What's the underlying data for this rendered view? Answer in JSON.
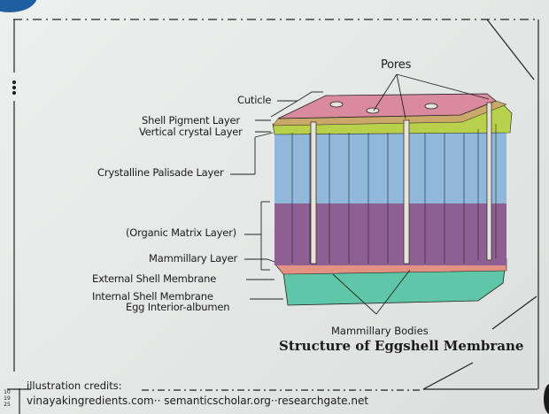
{
  "diagram": {
    "title": "Structure of Eggshell Membrane",
    "labels": {
      "pores": "Pores",
      "cuticle": "Cuticle",
      "shell_pigment_layer": "Shell Pigment Layer",
      "vertical_crystal_layer": "Vertical crystal Layer",
      "crystalline_palisade_layer": "Crystalline Palisade Layer",
      "organic_matrix_layer": "(Organic Matrix Layer)",
      "mammillary_layer": "Mammillary Layer",
      "external_shell_membrane": "External Shell Membrane",
      "internal_shell_membrane": "Internal Shell Membrane",
      "egg_interior": "Egg Interior-albumen",
      "mammillary_bodies": "Mammillary Bodies"
    },
    "colors": {
      "cuticle": "#d98a9c",
      "pigment": "#c9a86a",
      "vertical_crystal": "#b9d04a",
      "palisade": "#8fb6d8",
      "organic_matrix": "#8a5a8e",
      "external_membrane": "#e08a7e",
      "internal_membrane": "#55c3a4"
    }
  },
  "footer": {
    "credits_label": "illustration credits:",
    "sources": "vinayakingredients.com·· semanticscholar.org··researchgate.net",
    "date_lines": [
      "10",
      "19",
      "25"
    ]
  }
}
